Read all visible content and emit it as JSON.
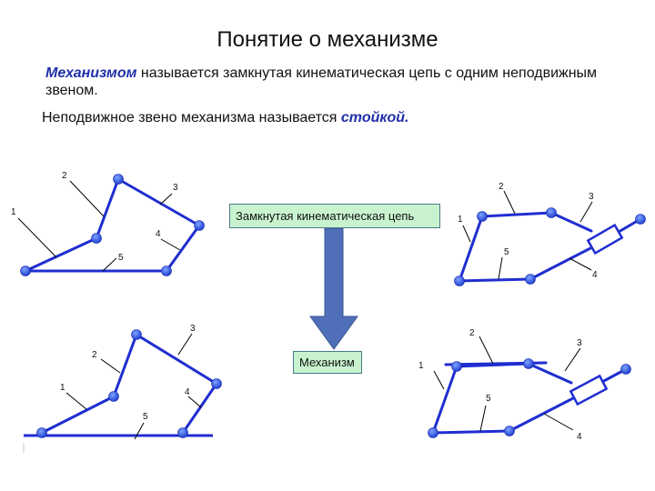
{
  "slide": {
    "title": "Понятие о механизме",
    "definition_term": "Механизмом",
    "definition_text": " называется замкнутая кинематическая цепь с одним неподвижным звеном.",
    "fixed_text": "Неподвижное звено механизма называется ",
    "fixed_term": "стойкой."
  },
  "flow": {
    "top_box": "Замкнутая кинематическая цепь",
    "bottom_box": "Механизм"
  },
  "diagrams": [
    {
      "labels": [
        "1",
        "2",
        "3",
        "4",
        "5"
      ]
    },
    {
      "labels": [
        "1",
        "2",
        "3",
        "4",
        "5"
      ]
    },
    {
      "labels": [
        "1",
        "2",
        "3",
        "4",
        "5"
      ]
    },
    {
      "labels": [
        "1",
        "2",
        "3",
        "4",
        "5"
      ]
    }
  ],
  "colors": {
    "link": "#1f2ed0",
    "joint": "#2b56e8",
    "term": "#1f2fa8",
    "box_fill": "#c9f3cf",
    "arrow_fill": "#4f6fb8"
  }
}
